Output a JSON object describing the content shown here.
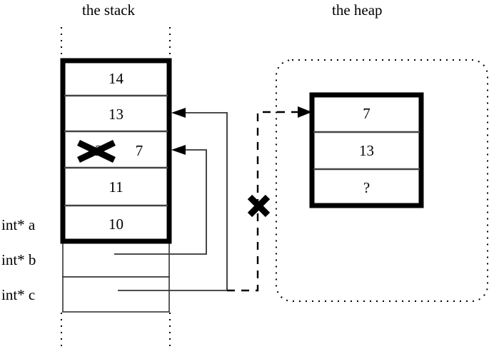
{
  "diagram": {
    "stack": {
      "title": "the stack",
      "frame_cells": [
        {
          "value": "14"
        },
        {
          "value": "13"
        },
        {
          "value": "12",
          "struck": true,
          "replacement": "7"
        },
        {
          "value": "11"
        },
        {
          "value": "10"
        }
      ],
      "variables": [
        {
          "label": "int* a"
        },
        {
          "label": "int* b"
        },
        {
          "label": "int* c"
        }
      ]
    },
    "heap": {
      "title": "the heap",
      "cells": [
        {
          "value": "7"
        },
        {
          "value": "13"
        },
        {
          "value": "?"
        }
      ]
    },
    "markers": {
      "invalidated_pointer": "✕",
      "struck_value": "✕"
    },
    "colors": {
      "ink": "#000000",
      "background": "#ffffff",
      "rule": "#444444"
    }
  }
}
